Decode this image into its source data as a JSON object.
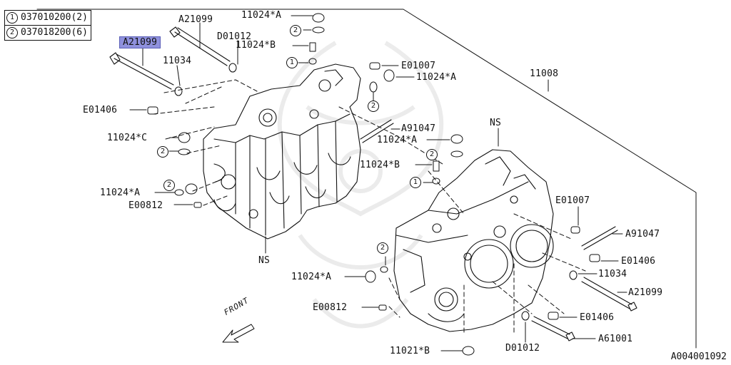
{
  "legend": {
    "rows": [
      {
        "mark": "1",
        "text": "037010200(2)"
      },
      {
        "mark": "2",
        "text": "037018200(6)"
      }
    ]
  },
  "labels": {
    "a21099_selected": "A21099",
    "a21099_top": "A21099",
    "a21099_right": "A21099",
    "d01012_top": "D01012",
    "d01012_bottom": "D01012",
    "p11024a_top": "11024*A",
    "p11024a_mid_right": "11024*A",
    "p11024a_center": "11024*A",
    "p11024a_left": "11024*A",
    "p11024a_lower": "11024*A",
    "p11024b_top": "11024*B",
    "p11024b_center": "11024*B",
    "p11024c": "11024*C",
    "p11034_top": "11034",
    "p11034_right": "11034",
    "e01406_left": "E01406",
    "e01406_right": "E01406",
    "e01406_bottom": "E01406",
    "e01007_top": "E01007",
    "e01007_right": "E01007",
    "a91047_center": "A91047",
    "a91047_right": "A91047",
    "e00812_left": "E00812",
    "e00812_bottom": "E00812",
    "p11008": "11008",
    "p11021b": "11021*B",
    "a61001": "A61001",
    "ns_left": "NS",
    "ns_right": "NS",
    "front": "FRONT"
  },
  "badges": {
    "one": "1",
    "two": "2"
  },
  "document_id": "A004001092",
  "colors": {
    "highlight": "#8f91dd",
    "line": "#111111",
    "watermark": "#d9d9d9"
  }
}
